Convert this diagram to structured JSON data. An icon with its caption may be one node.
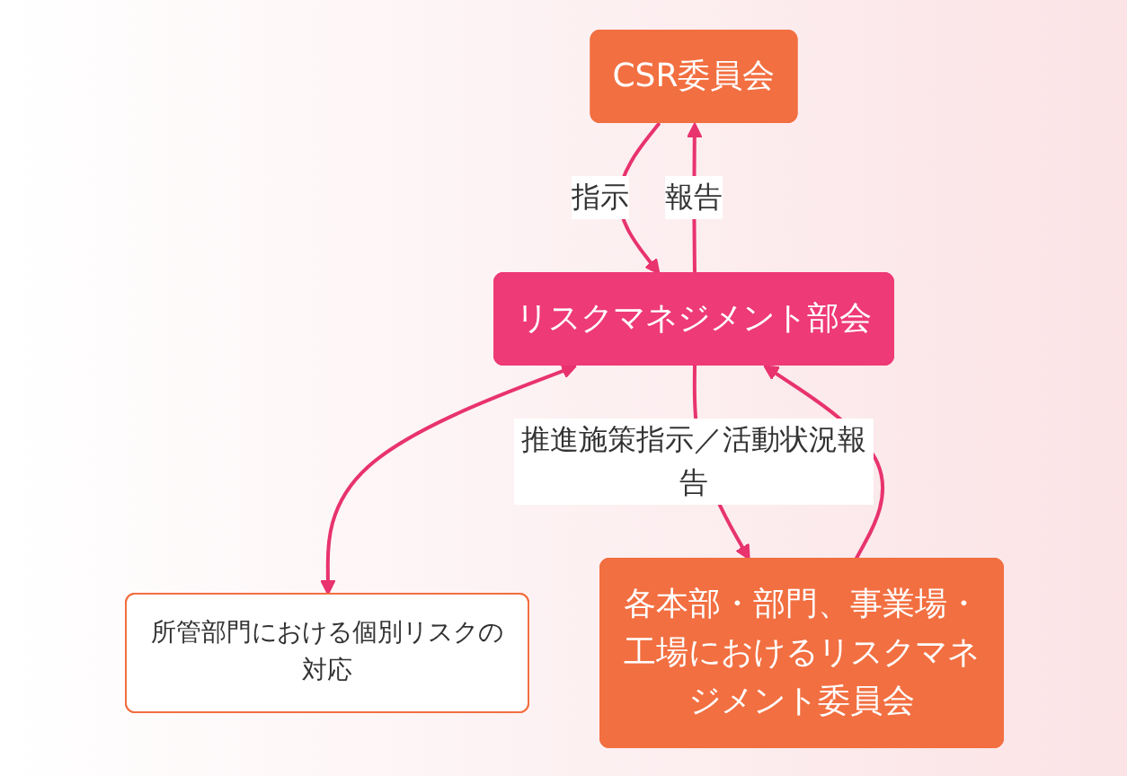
{
  "diagram": {
    "nodes": [
      {
        "text": [
          "CSR委員会"
        ]
      },
      {
        "text": [
          "リスクマネジメント部会"
        ]
      },
      {
        "text": [
          "所管部門における個別リスクの対応"
        ]
      },
      {
        "text": [
          "各本部・部門、事業場・工場におけるリスクマネジメント委員会"
        ]
      }
    ],
    "edges": [
      {
        "from": 0,
        "to": 1,
        "arrow": "to",
        "label": "指示"
      },
      {
        "from": 1,
        "to": 0,
        "arrow": "to",
        "label": "報告"
      },
      {
        "from": 1,
        "to": 2,
        "arrow": "both"
      },
      {
        "from": 1,
        "to": 3,
        "arrow": "to",
        "label": "推進施策指示／活動状況報告"
      },
      {
        "from": 3,
        "to": 1,
        "arrow": "to"
      }
    ]
  }
}
